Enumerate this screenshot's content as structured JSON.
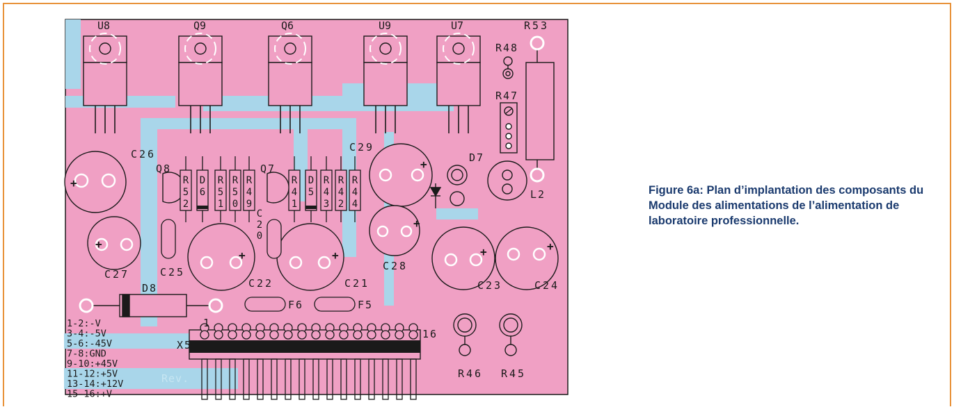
{
  "figure": {
    "caption_label": "Figure 6a:",
    "caption_text": "Plan d’implantation des composants du Module des alimentations de l’alimentation de laboratoire professionnelle."
  },
  "colors": {
    "board": "#f0a0c4",
    "trace": "#a9d6ea",
    "silk": "#1a1a1a",
    "frame": "#e8923a",
    "caption": "#1a3a6e"
  },
  "components": {
    "U8": "U8",
    "Q9": "Q9",
    "Q6": "Q6",
    "U9": "U9",
    "U7": "U7",
    "R53": "R53",
    "R48": "R48",
    "R47": "R47",
    "C26": "C26",
    "C29": "C29",
    "D7": "D7",
    "Q8": "Q8",
    "Q7": "Q7",
    "R52": "R52",
    "D6": "D6",
    "R51": "R51",
    "R50": "R50",
    "R49": "R49",
    "R41": "R41",
    "D5": "D5",
    "R43": "R43",
    "R42": "R42",
    "R44": "R44",
    "L2": "L2",
    "C27": "C27",
    "C25": "C25",
    "C20": "C20",
    "C28": "C28",
    "C23": "C23",
    "C24": "C24",
    "D8": "D8",
    "C22": "C22",
    "C21": "C21",
    "F6": "F6",
    "F5": "F5",
    "X5": "X5",
    "R46": "R46",
    "R45": "R45",
    "pin1": "1",
    "pin16": "16"
  },
  "pin_legend": [
    "1-2:-V",
    "3-4:-5V",
    "5-6:-45V",
    "7-8:GND",
    "9-10:+45V",
    "11-12:+5V",
    "13-14:+12V",
    "15-16:+V"
  ],
  "watermark": "Rev."
}
